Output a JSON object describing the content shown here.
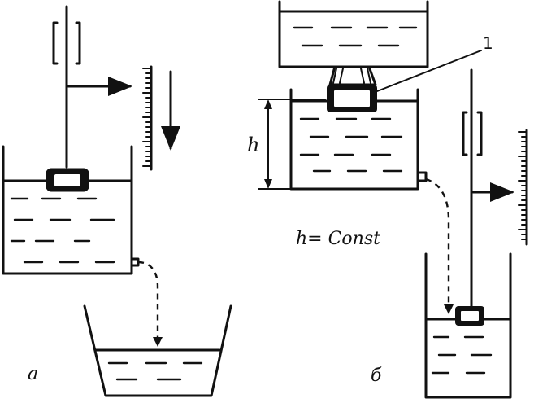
{
  "labels": {
    "panel_a": "a",
    "panel_b": "б",
    "height_symbol": "h",
    "constant_eq": "h= Const",
    "part_number": "1"
  }
}
